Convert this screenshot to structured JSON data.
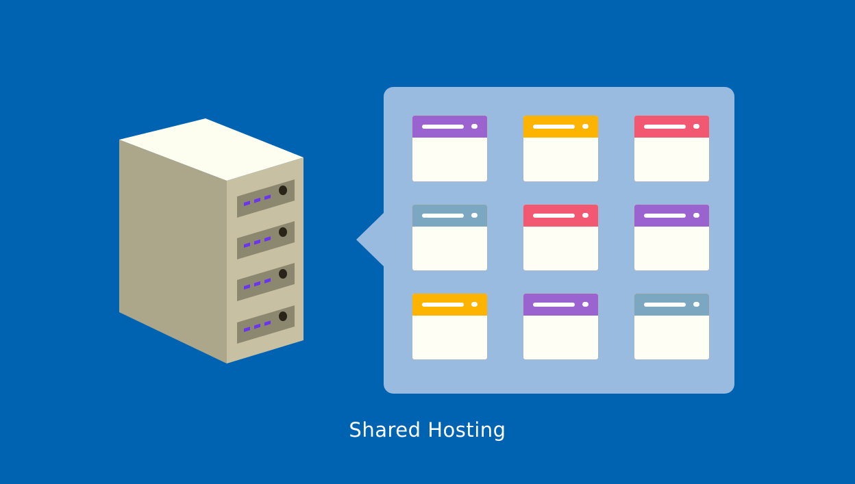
{
  "caption": "Shared Hosting",
  "colors": {
    "background": "#0063b1",
    "bubble": "#99bbe0",
    "server_top": "#fefef0",
    "server_left": "#aca68a",
    "server_front": "#c8c0a2",
    "drive_bay": "#8c8870",
    "led": "#6a35f0",
    "button": "#2a2418"
  },
  "server": {
    "icon": "server-tower-icon",
    "drive_bays": [
      {
        "leds": 3
      },
      {
        "leds": 3
      },
      {
        "leds": 3
      },
      {
        "leds": 3
      }
    ]
  },
  "websites": [
    {
      "icon": "browser-window-icon",
      "color": "#9b63d0"
    },
    {
      "icon": "browser-window-icon",
      "color": "#fdb400"
    },
    {
      "icon": "browser-window-icon",
      "color": "#f25871"
    },
    {
      "icon": "browser-window-icon",
      "color": "#7ba8c0"
    },
    {
      "icon": "browser-window-icon",
      "color": "#f25871"
    },
    {
      "icon": "browser-window-icon",
      "color": "#9b63d0"
    },
    {
      "icon": "browser-window-icon",
      "color": "#fdb400"
    },
    {
      "icon": "browser-window-icon",
      "color": "#9b63d0"
    },
    {
      "icon": "browser-window-icon",
      "color": "#7ba8c0"
    }
  ]
}
